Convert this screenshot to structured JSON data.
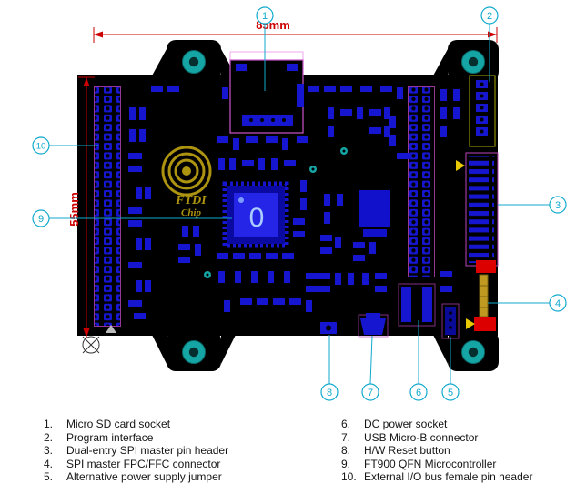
{
  "figure": {
    "dim_width": "85mm",
    "dim_height": "55mm",
    "qfn_marking": "0",
    "logo_line1": "FTDI",
    "logo_line2": "Chip",
    "callouts": [
      "1",
      "2",
      "3",
      "4",
      "5",
      "6",
      "7",
      "8",
      "9",
      "10"
    ],
    "legend_left": [
      {
        "num": "1.",
        "label": "Micro SD card socket"
      },
      {
        "num": "2.",
        "label": "Program interface"
      },
      {
        "num": "3.",
        "label": "Dual-entry SPI master pin header"
      },
      {
        "num": "4.",
        "label": "SPI master FPC/FFC connector"
      },
      {
        "num": "5.",
        "label": "Alternative power supply jumper"
      }
    ],
    "legend_right": [
      {
        "num": "6.",
        "label": "DC power socket"
      },
      {
        "num": "7.",
        "label": "USB Micro-B connector"
      },
      {
        "num": "8.",
        "label": "H/W Reset button"
      },
      {
        "num": "9.",
        "label": "FT900 QFN Microcontroller"
      },
      {
        "num": "10.",
        "label": "External I/O bus female pin header"
      }
    ],
    "colors": {
      "callout_cyan": "#10aacd",
      "dimension_red": "#cc0000",
      "board_black": "#000000",
      "component_blue": "#1616d0",
      "pad_teal": "#16a5a5",
      "silk_magenta": "#bb44bb",
      "logo_gold": "#ad9410",
      "alert_red": "#dd0000"
    }
  }
}
